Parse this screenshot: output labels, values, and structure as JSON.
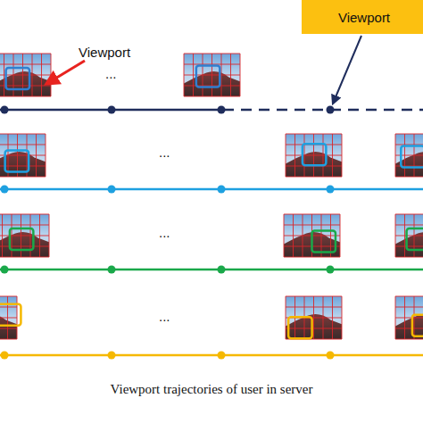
{
  "diagram": {
    "caption": "Viewport trajectories of user in server",
    "nodes": [
      {
        "text": [
          "Viewport"
        ]
      }
    ],
    "labels": [
      "Viewport",
      "...",
      "...",
      "...",
      "..."
    ]
  }
}
